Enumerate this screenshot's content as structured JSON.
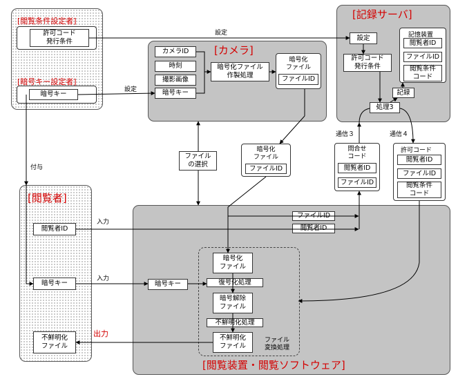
{
  "setter": {
    "title": "[閲覧条件設定者]",
    "permit_box": "許可コード\n発行条件",
    "key_title": "[暗号キー設定者]",
    "key_box": "暗号キー"
  },
  "camera": {
    "title": "[カメラ]",
    "camera_id": "カメラID",
    "time": "時刻",
    "image": "撮影画像",
    "key": "暗号キー",
    "process": "暗号化ファイル\n作製処理",
    "enc_file": "暗号化\nファイル",
    "file_id": "ファイルID"
  },
  "server": {
    "title": "[記録サーバ]",
    "setting": "設定",
    "permit_issue": "許可コード\n発行条件",
    "storage": "記憶装置",
    "viewer_id": "閲覧者ID",
    "file_id": "ファイルID",
    "view_cond": "閲覧条件\nコード",
    "record": "記録",
    "process3": "処理3"
  },
  "middle": {
    "file_select": "ファイル\nの選択",
    "enc_file": "暗号化\nファイル",
    "enc_file_id": "ファイルID",
    "query_code": "問合せ\nコード",
    "query_viewer_id": "閲覧者ID",
    "query_file_id": "ファイルID",
    "permit_code": "許可コード",
    "permit_viewer_id": "閲覧者ID",
    "permit_file_id": "ファイルID",
    "permit_cond": "閲覧条件\nコード"
  },
  "viewer": {
    "title": "[閲覧者]",
    "viewer_id": "閲覧者ID",
    "key": "暗号キー",
    "output_file": "不鮮明化\nファイル"
  },
  "device": {
    "title": "[閲覧装置・閲覧ソフトウェア]",
    "file_id": "ファイルID",
    "viewer_id": "閲覧者ID",
    "key": "暗号キー",
    "enc_file": "暗号化\nファイル",
    "decrypt": "復号化処理",
    "dec_file": "暗号解除\nファイル",
    "blur": "不鮮明化処理",
    "blur_file": "不鮮明化\nファイル",
    "convert": "ファイル\n変換処理"
  },
  "labels": {
    "setting1": "設定",
    "setting2": "設定",
    "grant": "付与",
    "input1": "入力",
    "input2": "入力",
    "output": "出力",
    "comm3": "通信３",
    "comm4": "通信４"
  }
}
